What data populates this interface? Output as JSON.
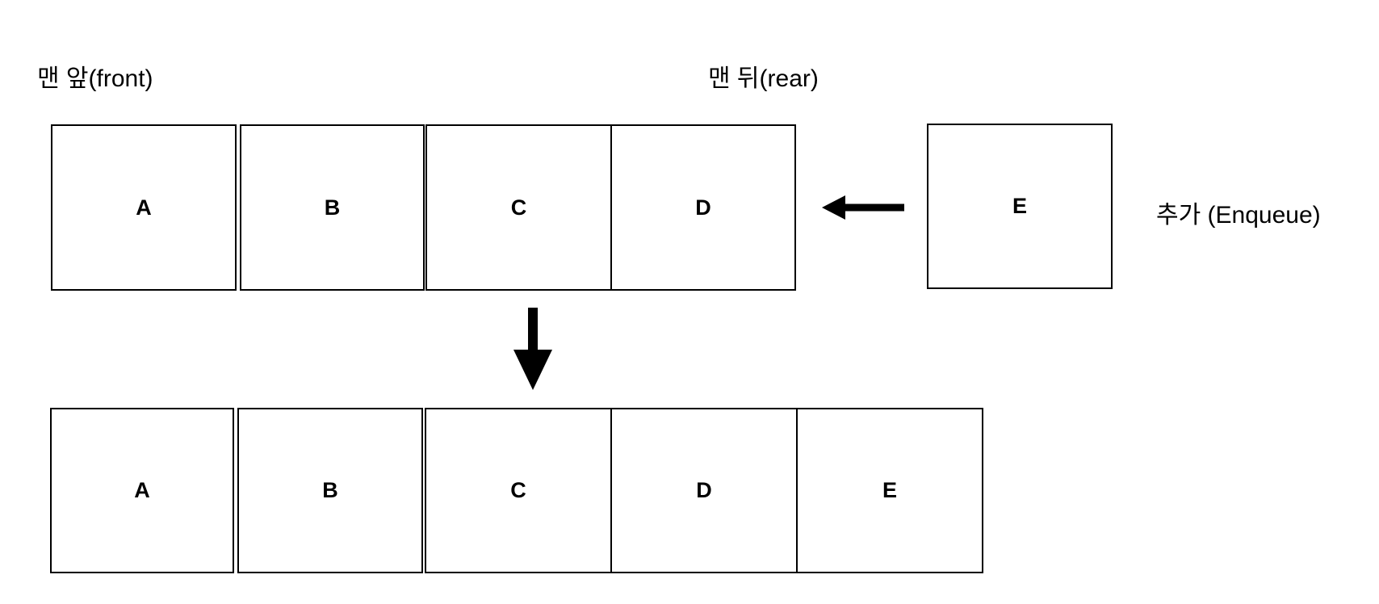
{
  "diagram": {
    "front_label": "맨 앞(front)",
    "rear_label": "맨 뒤(rear)",
    "enqueue_label": "추가 (Enqueue)"
  },
  "queue_before": {
    "cells": [
      "A",
      "B",
      "C",
      "D"
    ]
  },
  "incoming": {
    "cell": "E"
  },
  "queue_after": {
    "cells": [
      "A",
      "B",
      "C",
      "D",
      "E"
    ]
  },
  "icons": {
    "enqueue_arrow": "arrow-left",
    "transition_arrow": "arrow-down"
  },
  "colors": {
    "background": "#ffffff",
    "line": "#000000",
    "text": "#000000"
  }
}
